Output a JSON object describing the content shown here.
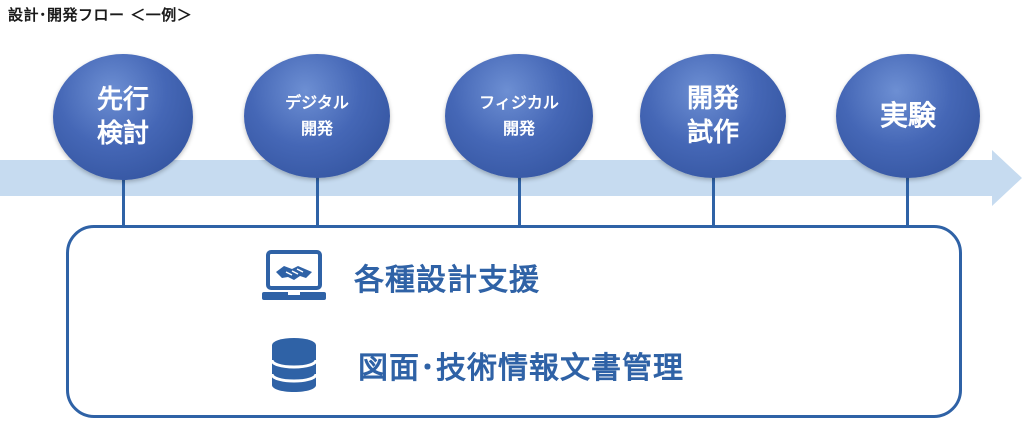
{
  "title": "設計･開発フロー ＜一例＞",
  "colors": {
    "circle": "#4567b6",
    "line": "#2f62a6",
    "arrow": "#c6dbf0",
    "text_accent": "#2f62a6"
  },
  "stages": [
    {
      "label": "先行\n検討"
    },
    {
      "label": "デジタル\n開発"
    },
    {
      "label": "フィジカル\n開発"
    },
    {
      "label": "開発\n試作"
    },
    {
      "label": "実験"
    }
  ],
  "support_items": [
    {
      "label": "各種設計支援",
      "icon": "laptop-handshake-icon"
    },
    {
      "label": "図面･技術情報文書管理",
      "icon": "database-icon"
    }
  ]
}
